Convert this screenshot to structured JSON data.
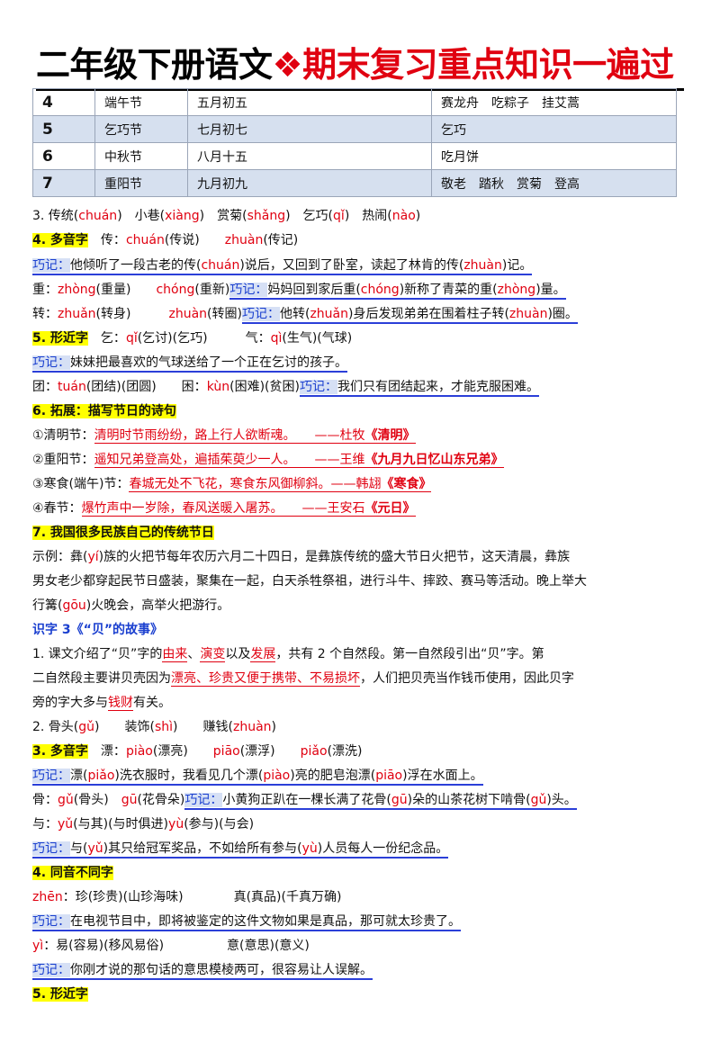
{
  "title": {
    "black": "二年级下册语文",
    "diamond": "❖",
    "red": "期末复习重点知识一遍过"
  },
  "festival_table": [
    [
      "4",
      "端午节",
      "五月初五",
      "赛龙舟　吃粽子　挂艾蒿"
    ],
    [
      "5",
      "乞巧节",
      "七月初七",
      "乞巧"
    ],
    [
      "6",
      "中秋节",
      "八月十五",
      "吃月饼"
    ],
    [
      "7",
      "重阳节",
      "九月初九",
      "敬老　踏秋　赏菊　登高"
    ]
  ],
  "lines": {
    "l1": [
      "3. 传统(",
      "chuán",
      ")　小巷(",
      "xiàng",
      ")　赏菊(",
      "shǎng",
      ")　乞巧(",
      "qǐ",
      ")　热闹(",
      "nào",
      ")"
    ],
    "l2": [
      "4. 多音字",
      "　传：",
      "chuán",
      "(传说)　　",
      "zhuàn",
      "(传记)"
    ],
    "l3": [
      "巧记：",
      "他倾听了一段古老的传(",
      "chuán",
      ")说后，又回到了卧室，读起了林肯的传(",
      "zhuàn",
      ")记。"
    ],
    "l4": [
      "重：",
      "zhòng",
      "(重量)　　",
      "chóng",
      "(重新)",
      "巧记：",
      "妈妈回到家后重(",
      "chóng",
      ")新称了青菜的重(",
      "zhòng",
      ")量。"
    ],
    "l5": [
      "转：",
      "zhuǎn",
      "(转身)　　　",
      "zhuàn",
      "(转圈)",
      "巧记：",
      "他转(",
      "zhuǎn",
      ")身后发现弟弟在围着柱子转(",
      "zhuàn",
      ")圈。"
    ],
    "l6": [
      "5. 形近字",
      "　乞：",
      "qǐ",
      "(乞讨)(乞巧)　　　气：",
      "qì",
      "(生气)(气球)"
    ],
    "l7": [
      "巧记：",
      "妹妹把最喜欢的气球送给了一个正在乞讨的孩子。"
    ],
    "l8": [
      "团：",
      "tuán",
      "(团结)(团圆)　　困：",
      "kùn",
      "(困难)(贫困)",
      "巧记：",
      "我们只有团结起来，才能克服困难。"
    ],
    "l9": [
      "6. 拓展：描写节日的诗句"
    ],
    "l10": [
      "①清明节：",
      "清明时节雨纷纷，路上行人欲断魂。",
      "　　——杜牧",
      "《清明》"
    ],
    "l11": [
      "②重阳节：",
      "遥知兄弟登高处，遍插茱萸少一人。",
      "　　——王维",
      "《九月九日忆山东兄弟》"
    ],
    "l12": [
      "③寒食(端午)节：",
      "春城无处不飞花，寒食东风御柳斜。",
      "——韩翃",
      "《寒食》"
    ],
    "l13": [
      "④春节：",
      "爆竹声中一岁除，春风送暖入屠苏。",
      "　　——王安石",
      "《元日》"
    ],
    "l14": [
      "7. 我国很多民族自己的传统节日"
    ],
    "l15": [
      "示例：彝(",
      "yí",
      ")族的火把节每年农历六月二十四日，是彝族传统的盛大节日火把节，这天清晨，彝族"
    ],
    "l16": [
      "男女老少都穿起民节日盛装，聚集在一起，白天杀牲祭祖，进行斗牛、摔跤、赛马等活动。晚上举大"
    ],
    "l17": [
      "行篝(",
      "gōu",
      ")火晚会，高举火把游行。"
    ],
    "l18": [
      "识字 3《“贝”的故事》"
    ],
    "l19": [
      "1. 课文介绍了“贝”字的",
      "由来",
      "、",
      "演变",
      "以及",
      "发展",
      "，共有 2 个自然段。第一自然段引出“贝”字。第"
    ],
    "l20": [
      "二自然段主要讲贝壳因为",
      "漂亮、珍贵又便于携带、不易损坏",
      "，人们把贝壳当作钱币使用，因此贝字"
    ],
    "l21": [
      "旁的字大多与",
      "钱财",
      "有关。"
    ],
    "l22": [
      "2. 骨头(",
      "gǔ",
      ")　　装饰(",
      "shì",
      ")　　赚钱(",
      "zhuàn",
      ")"
    ],
    "l23": [
      "3. 多音字",
      "　漂：",
      "piào",
      "(漂亮)　　",
      "piāo",
      "(漂浮)　　",
      "piǎo",
      "(漂洗)"
    ],
    "l24": [
      "巧记：",
      "漂(",
      "piǎo",
      ")洗衣服时，我看见几个漂(",
      "piào",
      ")亮的肥皂泡漂(",
      "piāo",
      ")浮在水面上。"
    ],
    "l25": [
      "骨：",
      "gǔ",
      "(骨头)　",
      "gū",
      "(花骨朵)",
      "巧记：",
      "小黄狗正趴在一棵长满了花骨(",
      "gū",
      ")朵的山茶花树下啃骨(",
      "gǔ",
      ")头。"
    ],
    "l26": [
      "与：",
      "yǔ",
      "(与其)(与时俱进)",
      "yù",
      "(参与)(与会)"
    ],
    "l27": [
      "巧记：",
      "与(",
      "yǔ",
      ")其只给冠军奖品，不如给所有参与(",
      "yù",
      ")人员每人一份纪念品。"
    ],
    "l28": [
      "4. 同音不同字"
    ],
    "l29": [
      "zhēn",
      "：珍(珍贵)(山珍海味)　　　　真(真品)(千真万确)"
    ],
    "l30": [
      "巧记：",
      "在电视节目中，即将被鉴定的这件文物如果是真品，那可就太珍贵了。"
    ],
    "l31": [
      "yì",
      "：易(容易)(移风易俗)　　　　　意(意思)(意义)"
    ],
    "l32": [
      "巧记：",
      "你刚才说的那句话的意思模棱两可，很容易让人误解。"
    ],
    "l33": [
      "5. 形近字"
    ]
  }
}
